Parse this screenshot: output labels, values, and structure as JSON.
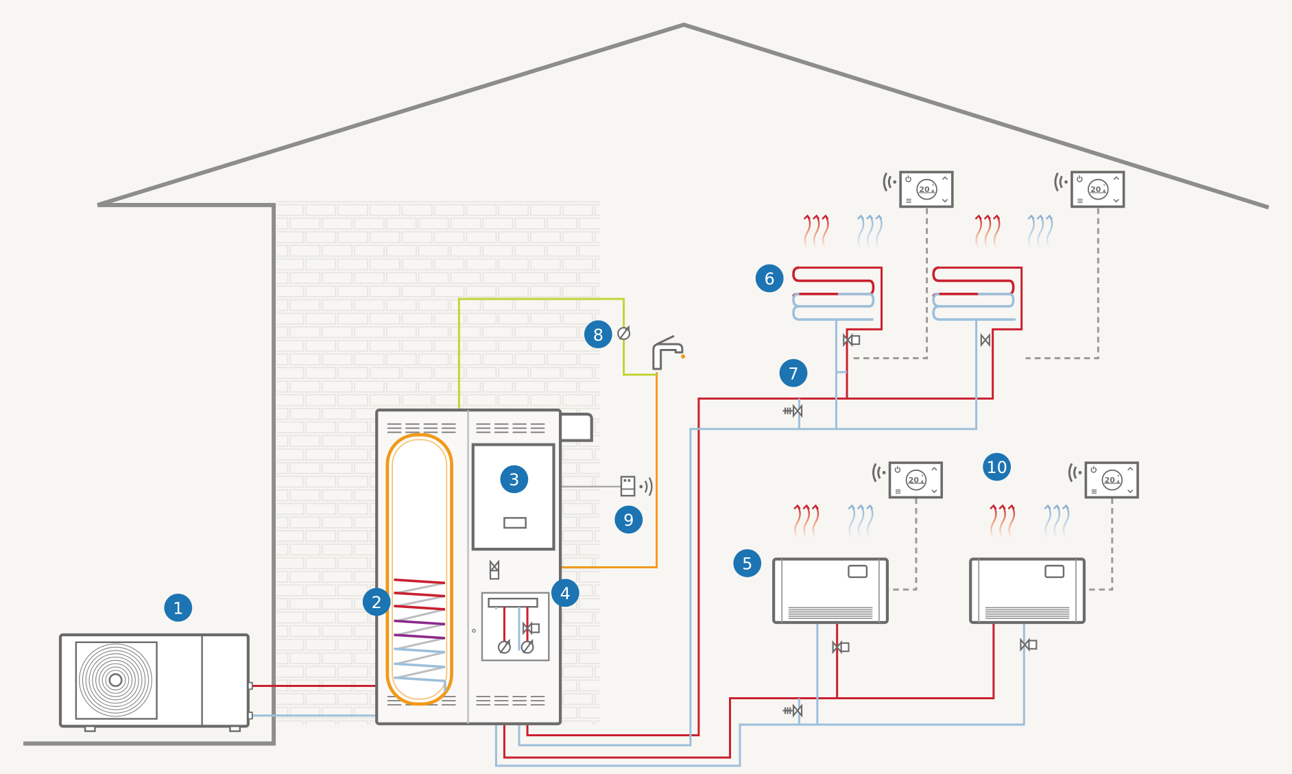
{
  "diagram": {
    "badges": [
      "1",
      "2",
      "3",
      "4",
      "5",
      "6",
      "7",
      "8",
      "9",
      "10"
    ],
    "thermostat": {
      "temperature": "20",
      "degree": "°",
      "decimal": "4"
    },
    "icons": [
      "outdoor-unit-fan-icon",
      "water-tank-icon",
      "control-module-icon",
      "hydraulic-module-icon",
      "fan-coil-icon",
      "underfloor-loop-icon",
      "valve-icon",
      "circulator-pump-icon",
      "faucet-icon",
      "wireless-controller-icon",
      "thermostat-icon",
      "heat-wave-icon",
      "cool-wave-icon",
      "wifi-icon"
    ],
    "colors": {
      "background": "#f8f6f2",
      "house": "#8d8d89",
      "equipment": "#6b6b6b",
      "hot_pipe": "#c8202f",
      "cold_pipe": "#9dbfdc",
      "hot_water": "#f09a1a",
      "cold_water": "#c3d43a",
      "badge": "#1c74b3",
      "brick": "#e9e8e4"
    }
  }
}
